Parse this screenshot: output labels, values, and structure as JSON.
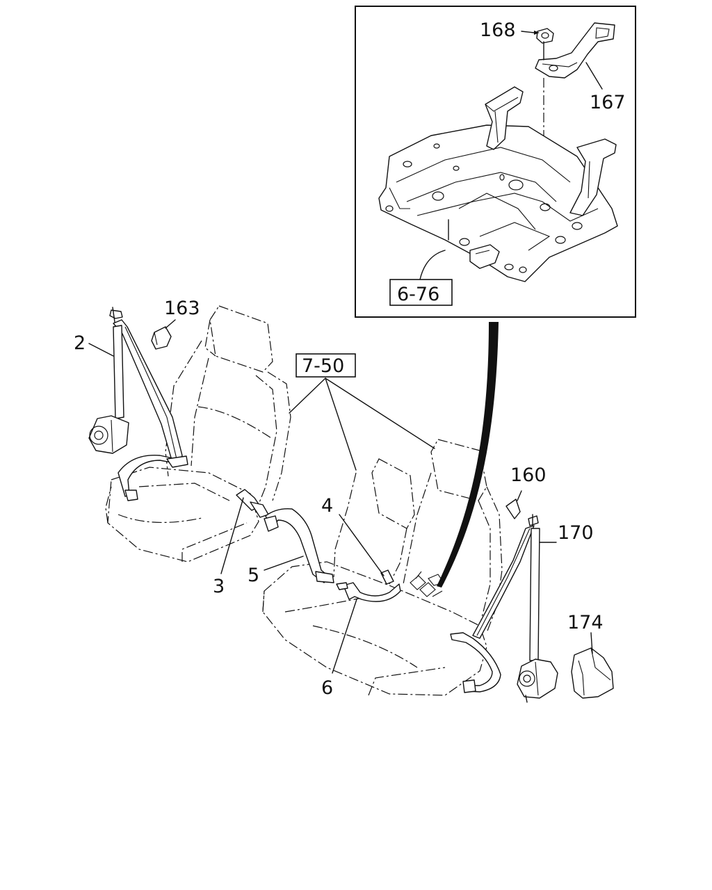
{
  "callouts": {
    "c168": "168",
    "c167": "167",
    "c676": "6-76",
    "c163": "163",
    "c2": "2",
    "c750": "7-50",
    "c160": "160",
    "c170": "170",
    "c4": "4",
    "c5": "5",
    "c3": "3",
    "c174": "174",
    "c6": "6"
  }
}
